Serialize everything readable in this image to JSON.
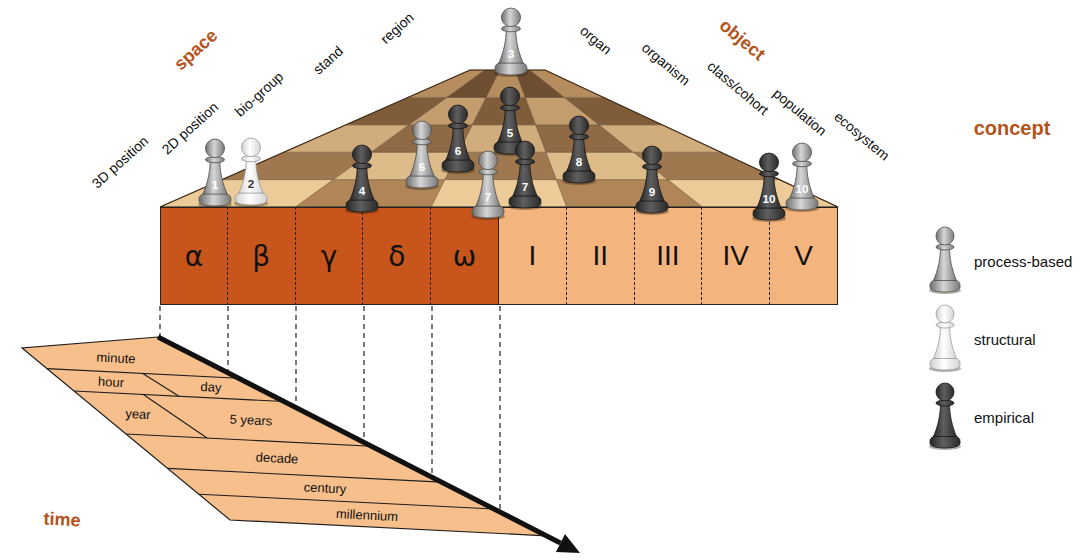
{
  "diagram": {
    "nodes": [
      {
        "text": [
          "1"
        ]
      },
      {
        "text": [
          "2"
        ]
      },
      {
        "text": [
          "3"
        ]
      },
      {
        "text": [
          "4"
        ]
      },
      {
        "text": [
          "5"
        ]
      },
      {
        "text": [
          "6"
        ]
      },
      {
        "text": [
          "6"
        ]
      },
      {
        "text": [
          "7"
        ]
      },
      {
        "text": [
          "7"
        ]
      },
      {
        "text": [
          "8"
        ]
      },
      {
        "text": [
          "9"
        ]
      },
      {
        "text": [
          "10"
        ]
      },
      {
        "text": [
          "10"
        ]
      },
      {
        "text": [
          "α"
        ]
      },
      {
        "text": [
          "β"
        ]
      },
      {
        "text": [
          "γ"
        ]
      },
      {
        "text": [
          "δ"
        ]
      },
      {
        "text": [
          "ω"
        ]
      },
      {
        "text": [
          "I"
        ]
      },
      {
        "text": [
          "II"
        ]
      },
      {
        "text": [
          "III"
        ]
      },
      {
        "text": [
          "IV"
        ]
      },
      {
        "text": [
          "V"
        ]
      }
    ],
    "labels": [
      "space",
      "3D position",
      "2D position",
      "bio-group",
      "stand",
      "region",
      "organ",
      "object",
      "organism",
      "class/cohort",
      "population",
      "ecosystem",
      "concept",
      "minute",
      "hour",
      "day",
      "year",
      "5 years",
      "decade",
      "century",
      "millennium",
      "time"
    ],
    "legend": [
      {
        "text": "process-based"
      },
      {
        "text": "structural"
      },
      {
        "text": "empirical"
      }
    ]
  }
}
